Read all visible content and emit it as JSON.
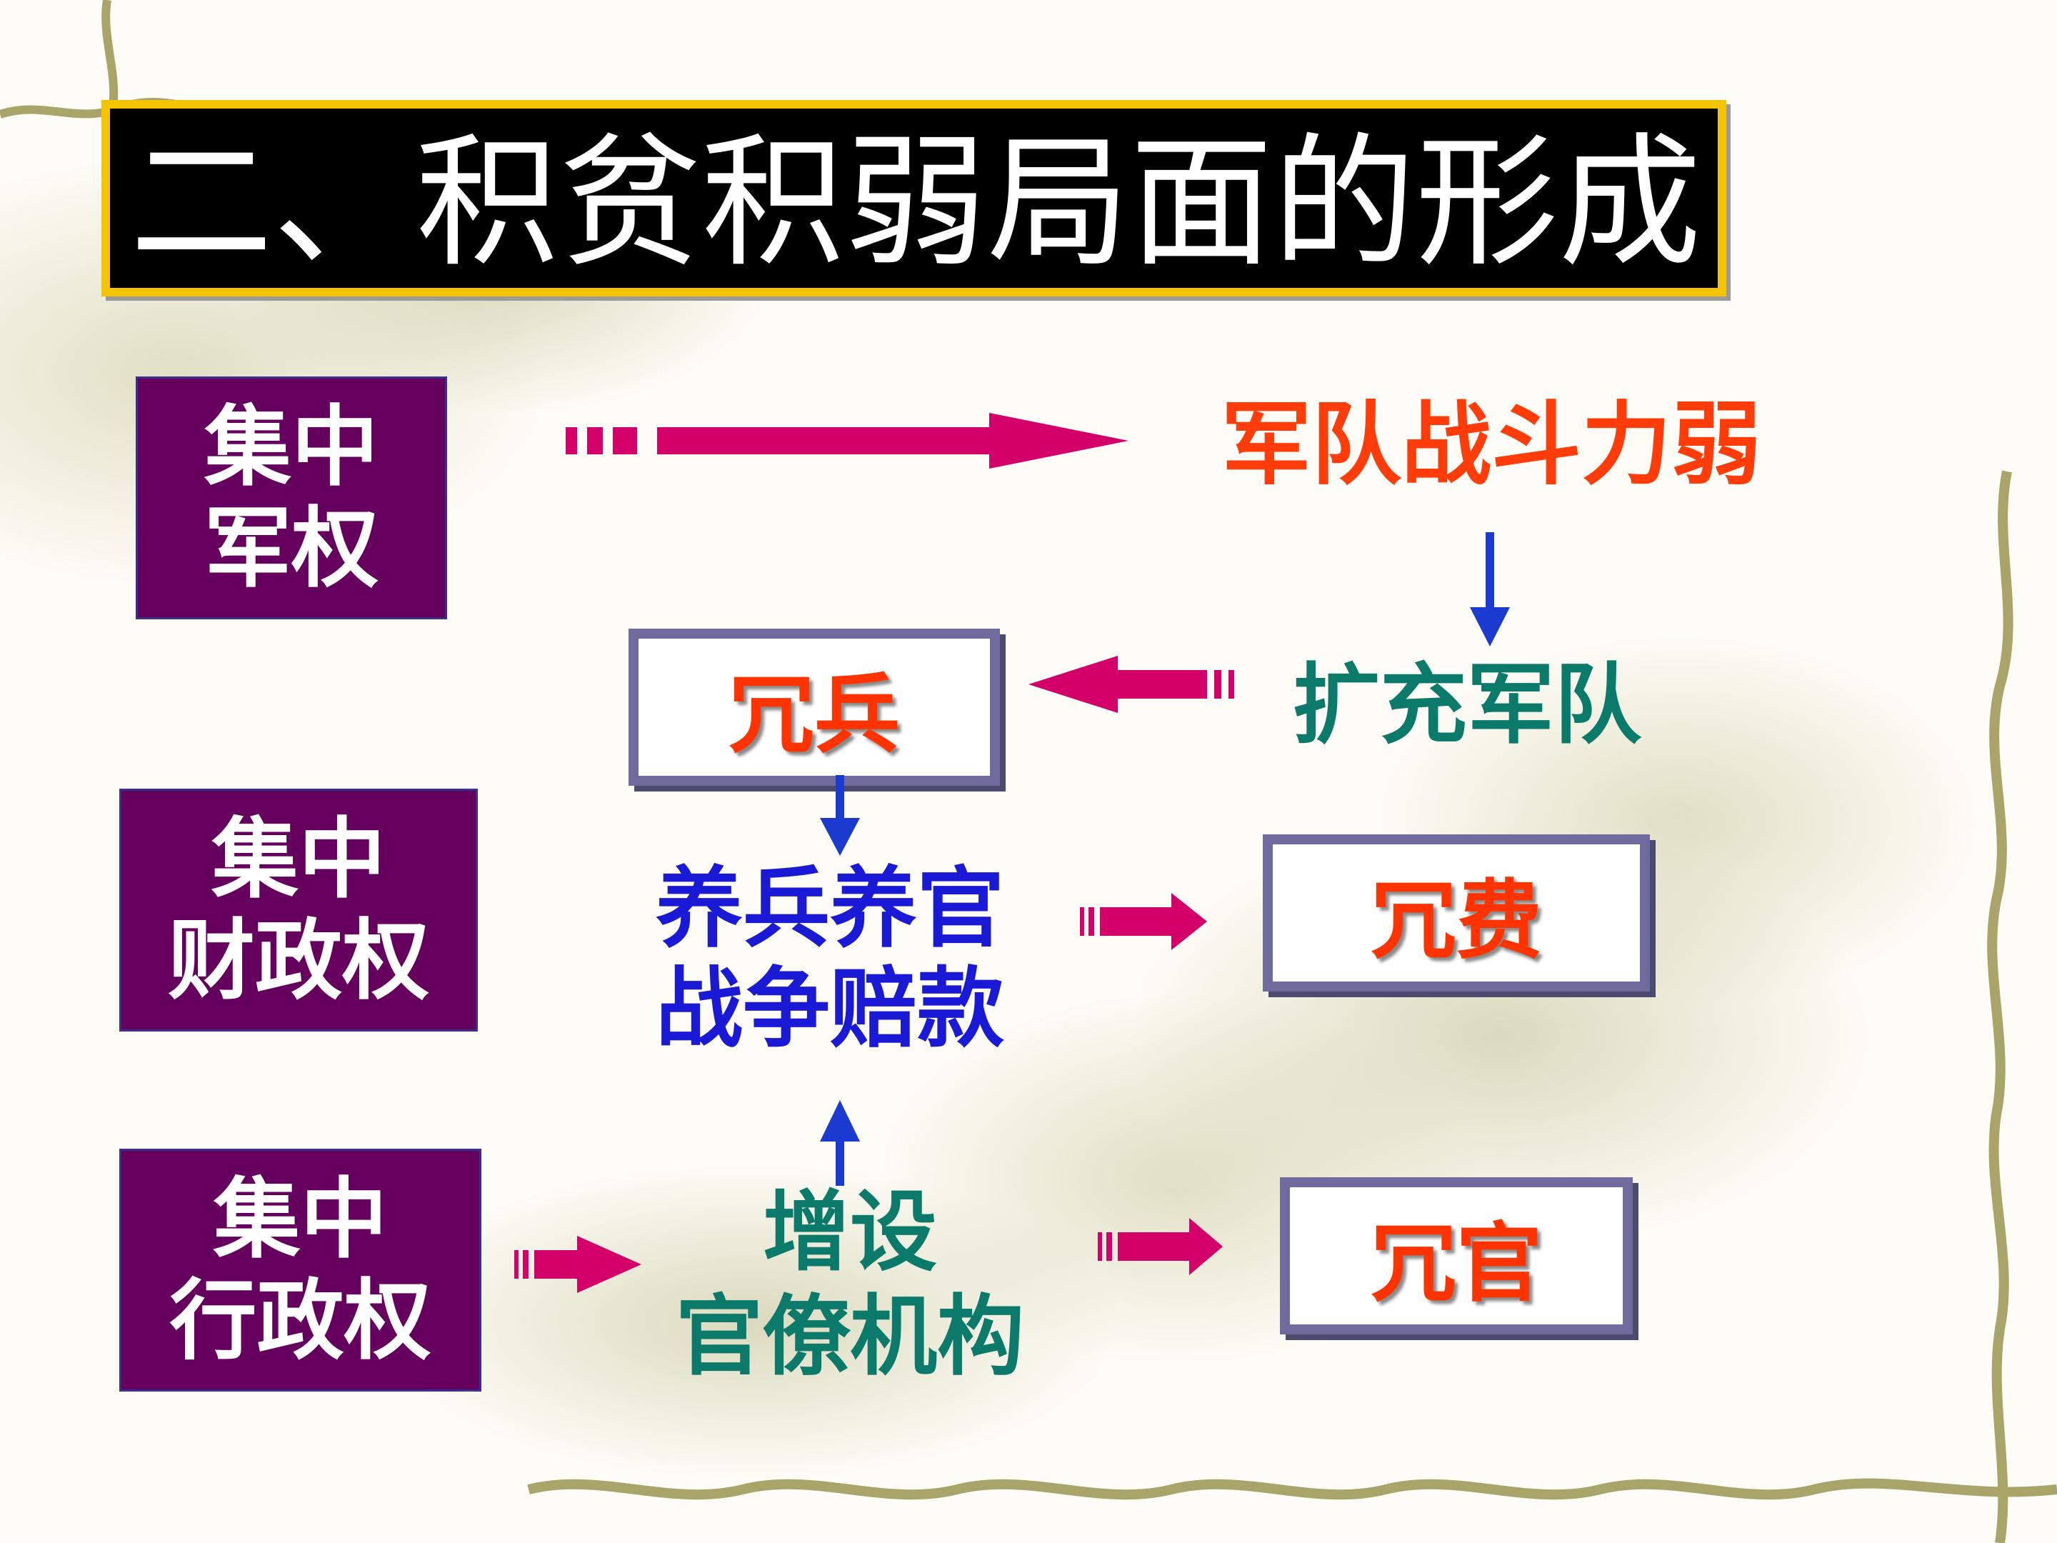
{
  "title": "二、积贫积弱局面的形成",
  "left_boxes": {
    "military": [
      "集中",
      "军权"
    ],
    "finance": [
      "集中",
      "财政权"
    ],
    "administration": [
      "集中",
      "行政权"
    ]
  },
  "nodes": {
    "weak_army": "军队战斗力弱",
    "expand_army": "扩充军队",
    "redundant_soldiers": "冗兵",
    "support_lines": [
      "养兵养官",
      "战争赔款"
    ],
    "redundant_expenses": "冗费",
    "add_offices_lines": [
      "增设",
      "官僚机构"
    ],
    "redundant_officials": "冗官"
  },
  "colors": {
    "title_bg": "#000000",
    "title_border": "#f4c400",
    "purple_box": "#66005e",
    "magenta_arrow": "#d4006a",
    "blue_arrow": "#1a3ad0",
    "orange_text": "#ff3c0a",
    "blue_text": "#1a1ad6",
    "teal_text": "#0b7a6b",
    "box_outline": "#6f6b9e"
  }
}
